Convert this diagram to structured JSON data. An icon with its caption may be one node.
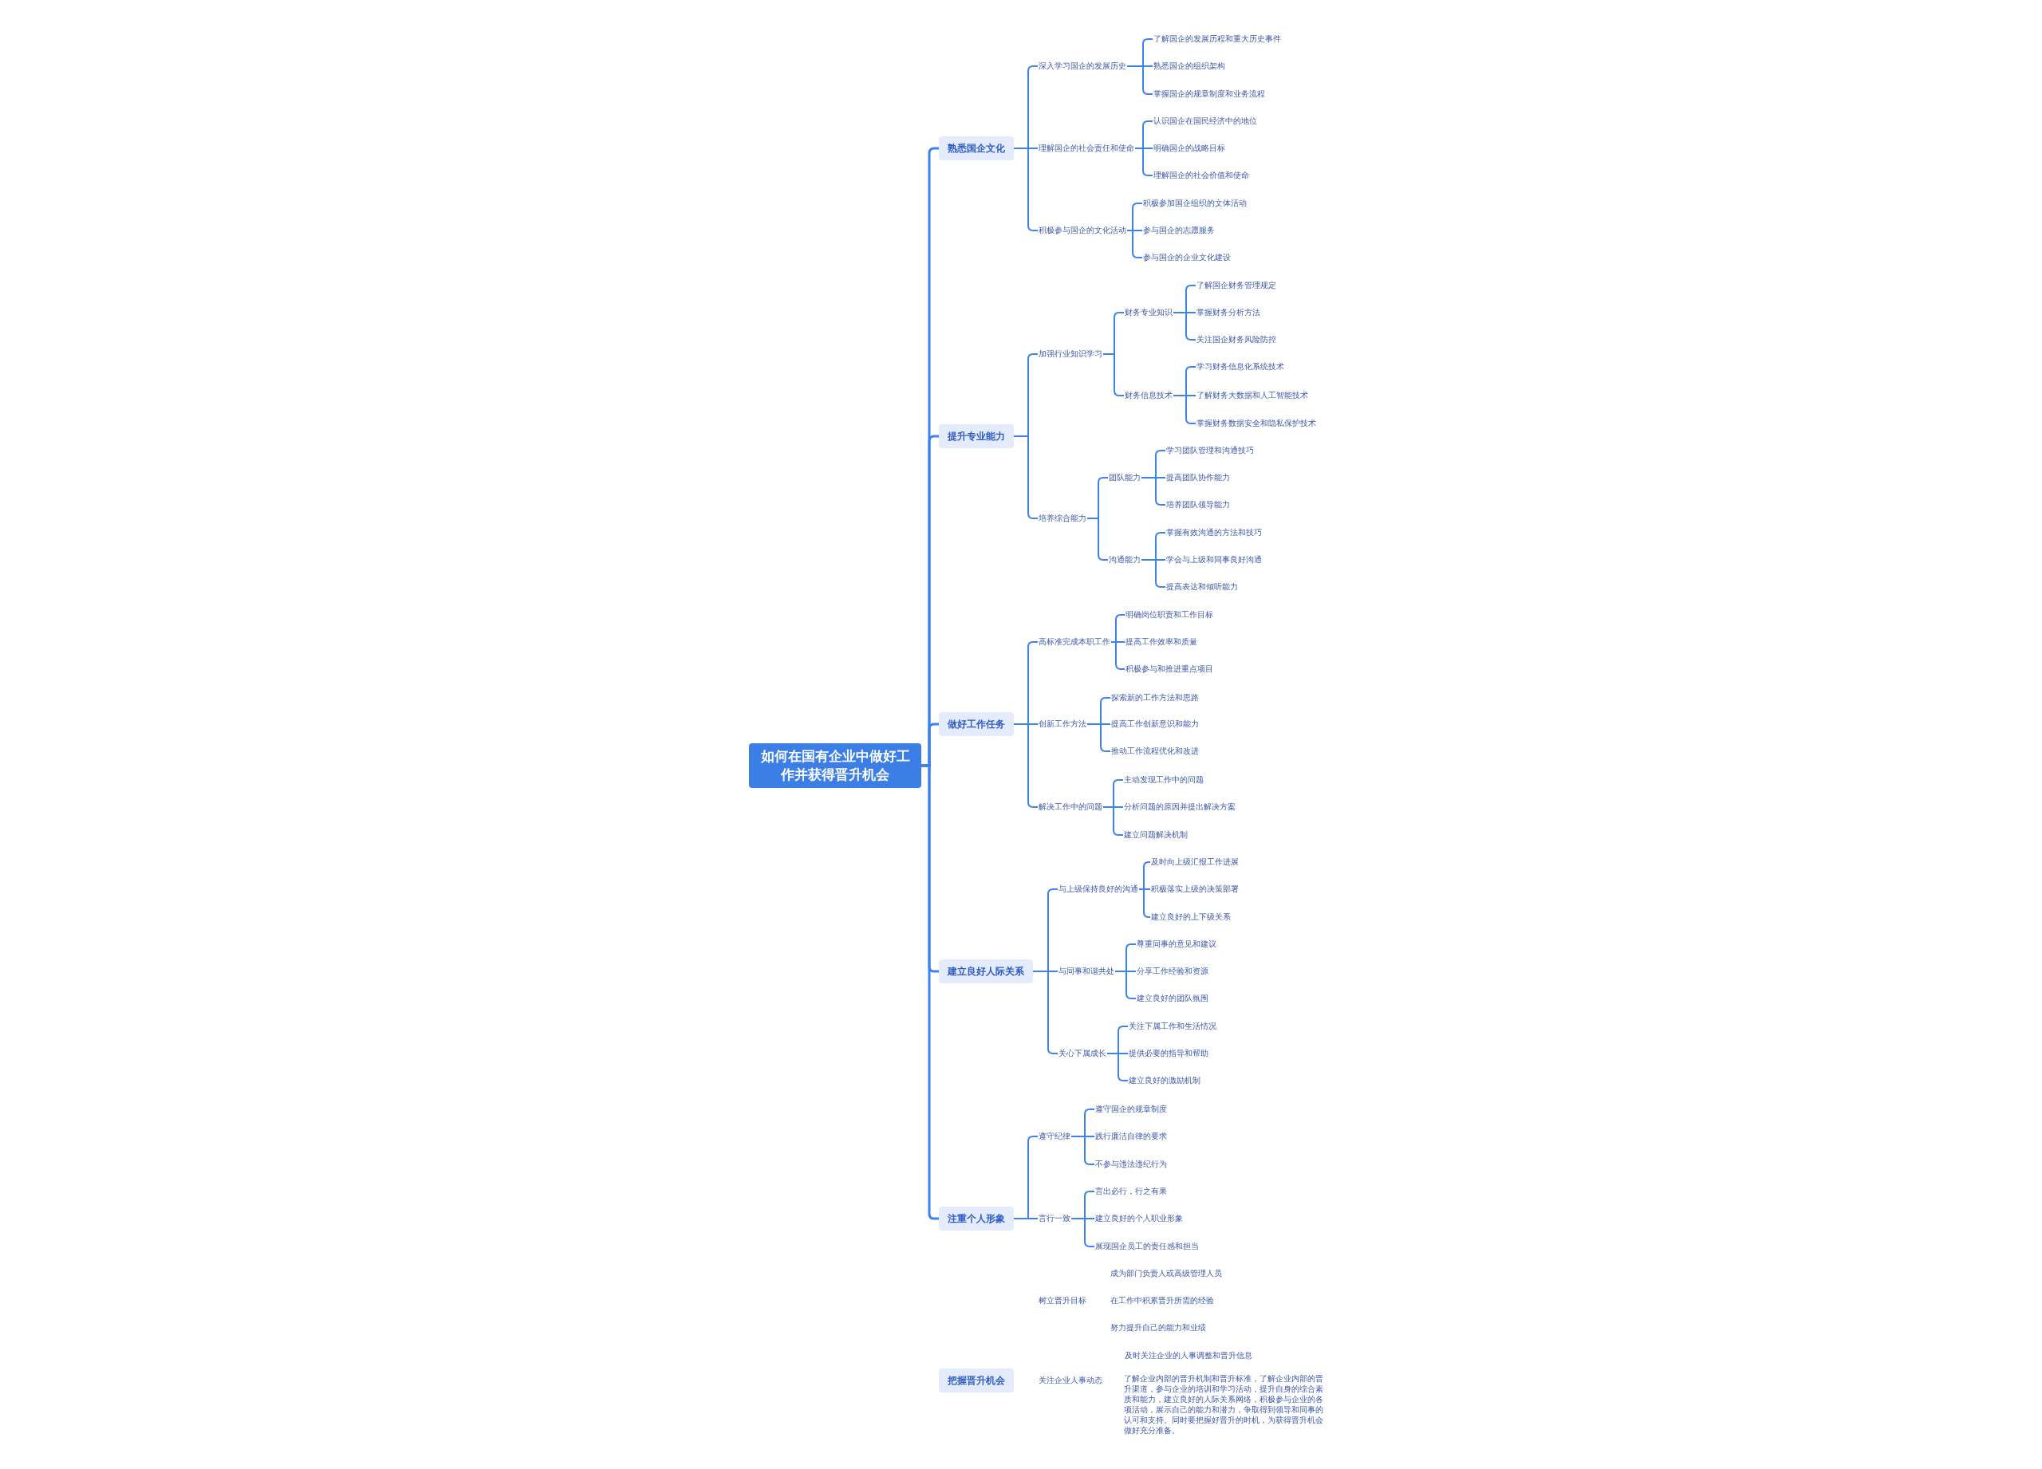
{
  "diagram": {
    "nodes": [
      {
        "text": [
          "如何在国有企业中做好工作并获得晋升机会"
        ]
      },
      {
        "text": [
          "熟悉国企文化"
        ]
      },
      {
        "text": [
          "深入学习国企的发展历史"
        ]
      },
      {
        "text": [
          "了解国企的发展历程和重大历史事件"
        ]
      },
      {
        "text": [
          "熟悉国企的组织架构"
        ]
      },
      {
        "text": [
          "掌握国企的规章制度和业务流程"
        ]
      },
      {
        "text": [
          "理解国企的社会责任和使命"
        ]
      },
      {
        "text": [
          "认识国企在国民经济中的地位"
        ]
      },
      {
        "text": [
          "明确国企的战略目标"
        ]
      },
      {
        "text": [
          "理解国企的社会价值和使命"
        ]
      },
      {
        "text": [
          "积极参与国企的文化活动"
        ]
      },
      {
        "text": [
          "积极参加国企组织的文体活动"
        ]
      },
      {
        "text": [
          "参与国企的志愿服务"
        ]
      },
      {
        "text": [
          "参与国企的企业文化建设"
        ]
      },
      {
        "text": [
          "提升专业能力"
        ]
      },
      {
        "text": [
          "加强行业知识学习"
        ]
      },
      {
        "text": [
          "财务专业知识"
        ]
      },
      {
        "text": [
          "了解国企财务管理规定"
        ]
      },
      {
        "text": [
          "掌握财务分析方法"
        ]
      },
      {
        "text": [
          "关注国企财务风险防控"
        ]
      },
      {
        "text": [
          "财务信息技术"
        ]
      },
      {
        "text": [
          "学习财务信息化系统技术"
        ]
      },
      {
        "text": [
          "了解财务大数据和人工智能技术"
        ]
      },
      {
        "text": [
          "掌握财务数据安全和隐私保护技术"
        ]
      },
      {
        "text": [
          "培养综合能力"
        ]
      },
      {
        "text": [
          "团队能力"
        ]
      },
      {
        "text": [
          "学习团队管理和沟通技巧"
        ]
      },
      {
        "text": [
          "提高团队协作能力"
        ]
      },
      {
        "text": [
          "培养团队领导能力"
        ]
      },
      {
        "text": [
          "沟通能力"
        ]
      },
      {
        "text": [
          "掌握有效沟通的方法和技巧"
        ]
      },
      {
        "text": [
          "学会与上级和同事良好沟通"
        ]
      },
      {
        "text": [
          "提高表达和倾听能力"
        ]
      },
      {
        "text": [
          "做好工作任务"
        ]
      },
      {
        "text": [
          "高标准完成本职工作"
        ]
      },
      {
        "text": [
          "明确岗位职责和工作目标"
        ]
      },
      {
        "text": [
          "提高工作效率和质量"
        ]
      },
      {
        "text": [
          "积极参与和推进重点项目"
        ]
      },
      {
        "text": [
          "创新工作方法"
        ]
      },
      {
        "text": [
          "探索新的工作方法和思路"
        ]
      },
      {
        "text": [
          "提高工作创新意识和能力"
        ]
      },
      {
        "text": [
          "推动工作流程优化和改进"
        ]
      },
      {
        "text": [
          "解决工作中的问题"
        ]
      },
      {
        "text": [
          "主动发现工作中的问题"
        ]
      },
      {
        "text": [
          "分析问题的原因并提出解决方案"
        ]
      },
      {
        "text": [
          "建立问题解决机制"
        ]
      },
      {
        "text": [
          "建立良好人际关系"
        ]
      },
      {
        "text": [
          "与上级保持良好的沟通"
        ]
      },
      {
        "text": [
          "及时向上级汇报工作进展"
        ]
      },
      {
        "text": [
          "积极落实上级的决策部署"
        ]
      },
      {
        "text": [
          "建立良好的上下级关系"
        ]
      },
      {
        "text": [
          "与同事和谐共处"
        ]
      },
      {
        "text": [
          "尊重同事的意见和建议"
        ]
      },
      {
        "text": [
          "分享工作经验和资源"
        ]
      },
      {
        "text": [
          "建立良好的团队氛围"
        ]
      },
      {
        "text": [
          "关心下属成长"
        ]
      },
      {
        "text": [
          "关注下属工作和生活情况"
        ]
      },
      {
        "text": [
          "提供必要的指导和帮助"
        ]
      },
      {
        "text": [
          "建立良好的激励机制"
        ]
      },
      {
        "text": [
          "注重个人形象"
        ]
      },
      {
        "text": [
          "遵守纪律"
        ]
      },
      {
        "text": [
          "遵守国企的规章制度"
        ]
      },
      {
        "text": [
          "践行廉洁自律的要求"
        ]
      },
      {
        "text": [
          "不参与违法违纪行为"
        ]
      },
      {
        "text": [
          "言行一致"
        ]
      },
      {
        "text": [
          "言出必行，行之有果"
        ]
      },
      {
        "text": [
          "建立良好的个人职业形象"
        ]
      },
      {
        "text": [
          "展现国企员工的责任感和担当"
        ]
      },
      {
        "text": [
          "把握晋升机会"
        ]
      }
    ],
    "edges": [
      {
        "from": 0,
        "to": 1,
        "arrow": "none"
      },
      {
        "from": 1,
        "to": 2,
        "arrow": "none"
      },
      {
        "from": 2,
        "to": 3,
        "arrow": "none"
      },
      {
        "from": 2,
        "to": 4,
        "arrow": "none"
      },
      {
        "from": 2,
        "to": 5,
        "arrow": "none"
      },
      {
        "from": 1,
        "to": 6,
        "arrow": "none"
      },
      {
        "from": 6,
        "to": 7,
        "arrow": "none"
      },
      {
        "from": 6,
        "to": 8,
        "arrow": "none"
      },
      {
        "from": 6,
        "to": 9,
        "arrow": "none"
      },
      {
        "from": 1,
        "to": 10,
        "arrow": "none"
      },
      {
        "from": 10,
        "to": 11,
        "arrow": "none"
      },
      {
        "from": 10,
        "to": 12,
        "arrow": "none"
      },
      {
        "from": 10,
        "to": 13,
        "arrow": "none"
      },
      {
        "from": 0,
        "to": 14,
        "arrow": "none"
      },
      {
        "from": 14,
        "to": 15,
        "arrow": "none"
      },
      {
        "from": 15,
        "to": 16,
        "arrow": "none"
      },
      {
        "from": 16,
        "to": 17,
        "arrow": "none"
      },
      {
        "from": 16,
        "to": 18,
        "arrow": "none"
      },
      {
        "from": 16,
        "to": 19,
        "arrow": "none"
      },
      {
        "from": 15,
        "to": 20,
        "arrow": "none"
      },
      {
        "from": 20,
        "to": 21,
        "arrow": "none"
      },
      {
        "from": 20,
        "to": 22,
        "arrow": "none"
      },
      {
        "from": 20,
        "to": 23,
        "arrow": "none"
      },
      {
        "from": 14,
        "to": 24,
        "arrow": "none"
      },
      {
        "from": 24,
        "to": 25,
        "arrow": "none"
      },
      {
        "from": 25,
        "to": 26,
        "arrow": "none"
      },
      {
        "from": 25,
        "to": 27,
        "arrow": "none"
      },
      {
        "from": 25,
        "to": 28,
        "arrow": "none"
      },
      {
        "from": 24,
        "to": 29,
        "arrow": "none"
      },
      {
        "from": 29,
        "to": 30,
        "arrow": "none"
      },
      {
        "from": 29,
        "to": 31,
        "arrow": "none"
      },
      {
        "from": 29,
        "to": 32,
        "arrow": "none"
      },
      {
        "from": 0,
        "to": 33,
        "arrow": "none"
      },
      {
        "from": 33,
        "to": 34,
        "arrow": "none"
      },
      {
        "from": 34,
        "to": 35,
        "arrow": "none"
      },
      {
        "from": 34,
        "to": 36,
        "arrow": "none"
      },
      {
        "from": 34,
        "to": 37,
        "arrow": "none"
      },
      {
        "from": 33,
        "to": 38,
        "arrow": "none"
      },
      {
        "from": 38,
        "to": 39,
        "arrow": "none"
      },
      {
        "from": 38,
        "to": 40,
        "arrow": "none"
      },
      {
        "from": 38,
        "to": 41,
        "arrow": "none"
      },
      {
        "from": 33,
        "to": 42,
        "arrow": "none"
      },
      {
        "from": 42,
        "to": 43,
        "arrow": "none"
      },
      {
        "from": 42,
        "to": 44,
        "arrow": "none"
      },
      {
        "from": 42,
        "to": 45,
        "arrow": "none"
      },
      {
        "from": 0,
        "to": 46,
        "arrow": "none"
      },
      {
        "from": 46,
        "to": 47,
        "arrow": "none"
      },
      {
        "from": 47,
        "to": 48,
        "arrow": "none"
      },
      {
        "from": 47,
        "to": 49,
        "arrow": "none"
      },
      {
        "from": 47,
        "to": 50,
        "arrow": "none"
      },
      {
        "from": 46,
        "to": 51,
        "arrow": "none"
      },
      {
        "from": 51,
        "to": 52,
        "arrow": "none"
      },
      {
        "from": 51,
        "to": 53,
        "arrow": "none"
      },
      {
        "from": 51,
        "to": 54,
        "arrow": "none"
      },
      {
        "from": 46,
        "to": 55,
        "arrow": "none"
      },
      {
        "from": 55,
        "to": 56,
        "arrow": "none"
      },
      {
        "from": 55,
        "to": 57,
        "arrow": "none"
      },
      {
        "from": 55,
        "to": 58,
        "arrow": "none"
      },
      {
        "from": 0,
        "to": 59,
        "arrow": "none"
      },
      {
        "from": 59,
        "to": 60,
        "arrow": "none"
      },
      {
        "from": 60,
        "to": 61,
        "arrow": "none"
      },
      {
        "from": 60,
        "to": 62,
        "arrow": "none"
      },
      {
        "from": 60,
        "to": 63,
        "arrow": "none"
      },
      {
        "from": 59,
        "to": 64,
        "arrow": "none"
      },
      {
        "from": 64,
        "to": 65,
        "arrow": "none"
      },
      {
        "from": 64,
        "to": 66,
        "arrow": "none"
      },
      {
        "from": 64,
        "to": 67,
        "arrow": "none"
      }
    ],
    "labels": [
      "树立晋升目标",
      "成为部门负责人或高级管理人员",
      "在工作中积累晋升所需的经验",
      "努力提升自己的能力和业绩",
      "关注企业人事动态",
      "及时关注企业的人事调整和晋升信息",
      "了解企业内部的晋升机制和晋升标准，了解企业内部的晋升渠道，参与企业的培训和学习活动，提升自身的综合素质和能力，建立良好的人际关系网络，积极参与企业的各项活动，展示自己的能力和潜力，争取得到领导和同事的认可和支持。同时要把握好晋升的时机，为获得晋升机会做好充分准备。"
    ]
  }
}
